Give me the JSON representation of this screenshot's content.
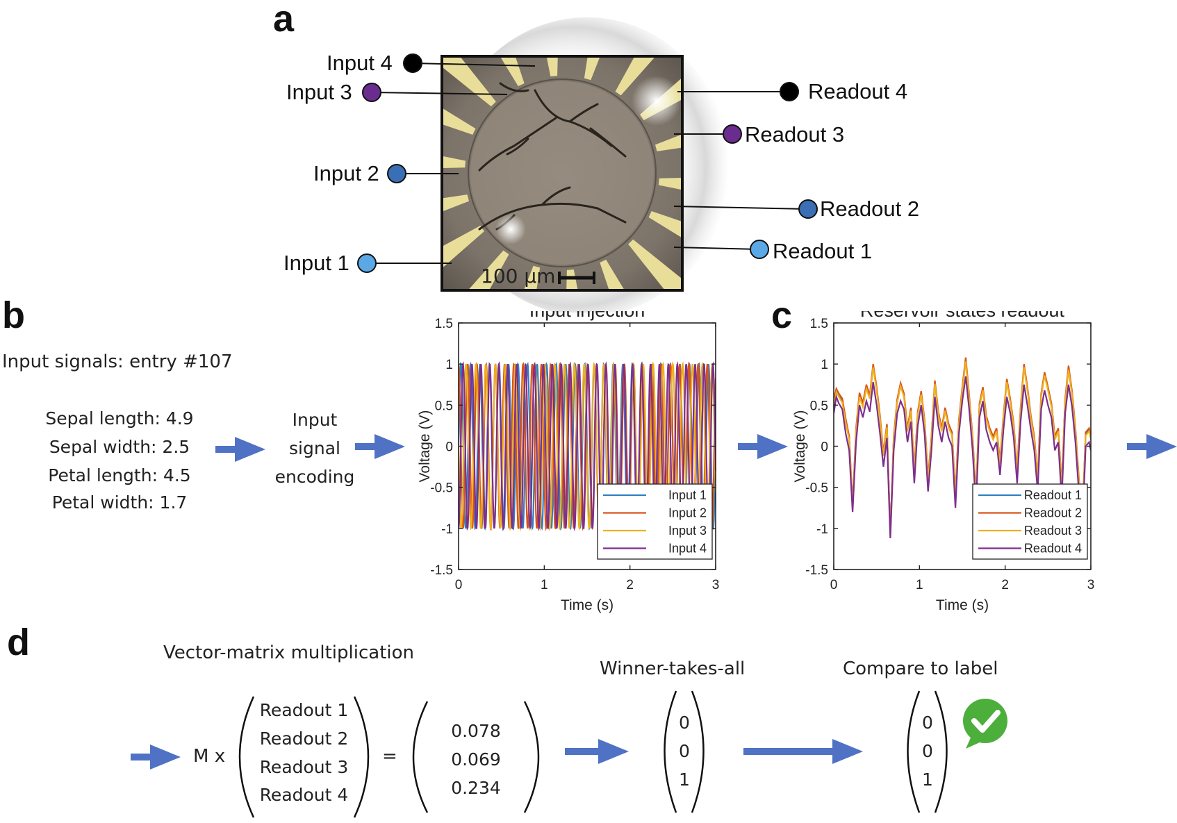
{
  "panels": {
    "a": "a",
    "b": "b",
    "c": "c",
    "d": "d"
  },
  "panel_a": {
    "inputs": [
      {
        "label": "Input 1",
        "color": "#5aa9e6"
      },
      {
        "label": "Input 2",
        "color": "#3a6fb5"
      },
      {
        "label": "Input 3",
        "color": "#6b2c8f"
      },
      {
        "label": "Input 4",
        "color": "#000000"
      }
    ],
    "readouts": [
      {
        "label": "Readout 1",
        "color": "#5aa9e6"
      },
      {
        "label": "Readout 2",
        "color": "#3a6fb5"
      },
      {
        "label": "Readout 3",
        "color": "#6b2c8f"
      },
      {
        "label": "Readout 4",
        "color": "#000000"
      }
    ],
    "scale_bar": "100 µm"
  },
  "panel_b": {
    "title": "Input signals: entry #107",
    "params": [
      "Sepal length: 4.9",
      "Sepal width: 2.5",
      "Petal length: 4.5",
      "Petal width: 1.7"
    ],
    "encoding": [
      "Input",
      "signal",
      "encoding"
    ]
  },
  "colors": {
    "arrow": "#4f72c4",
    "series": [
      "#2f7fc1",
      "#d95319",
      "#edb120",
      "#7e2f8e"
    ],
    "check": "#4caf3c"
  },
  "chart_data": [
    {
      "type": "line",
      "title": "Input injection",
      "xlabel": "Time (s)",
      "ylabel": "Voltage (V)",
      "xlim": [
        0,
        3
      ],
      "ylim": [
        -1.5,
        1.5
      ],
      "xticks": [
        "0",
        "1",
        "2",
        "3"
      ],
      "yticks": [
        "1.5",
        "1",
        "0.5",
        "0",
        "-0.5",
        "-1",
        "-1.5"
      ],
      "legend_position": "bottom-right",
      "series": [
        {
          "name": "Input 1",
          "waveform": "sine",
          "amplitude": 1,
          "frequency_hz": 9.0,
          "phase": 0.0
        },
        {
          "name": "Input 2",
          "waveform": "sine",
          "amplitude": 1,
          "frequency_hz": 9.3,
          "phase": 1.6
        },
        {
          "name": "Input 3",
          "waveform": "sine",
          "amplitude": 1,
          "frequency_hz": 8.7,
          "phase": 3.1
        },
        {
          "name": "Input 4",
          "waveform": "sine",
          "amplitude": 1,
          "frequency_hz": 9.6,
          "phase": 4.7
        }
      ]
    },
    {
      "type": "line",
      "title": "Reservoir states readout",
      "xlabel": "Time (s)",
      "ylabel": "Voltage (V)",
      "xlim": [
        0,
        3
      ],
      "ylim": [
        -1.5,
        1.5
      ],
      "xticks": [
        "0",
        "1",
        "2",
        "3"
      ],
      "yticks": [
        "1.5",
        "1",
        "0.5",
        "0",
        "-0.5",
        "-1",
        "-1.5"
      ],
      "legend_position": "bottom-right",
      "x": [
        0,
        0.03,
        0.06,
        0.1,
        0.14,
        0.18,
        0.22,
        0.26,
        0.3,
        0.34,
        0.38,
        0.42,
        0.46,
        0.5,
        0.54,
        0.58,
        0.62,
        0.66,
        0.7,
        0.74,
        0.78,
        0.82,
        0.86,
        0.9,
        0.94,
        0.98,
        1.02,
        1.06,
        1.1,
        1.14,
        1.18,
        1.22,
        1.26,
        1.3,
        1.34,
        1.38,
        1.42,
        1.46,
        1.5,
        1.54,
        1.58,
        1.62,
        1.66,
        1.7,
        1.74,
        1.78,
        1.82,
        1.86,
        1.9,
        1.94,
        1.98,
        2.02,
        2.06,
        2.1,
        2.14,
        2.18,
        2.22,
        2.26,
        2.3,
        2.34,
        2.38,
        2.42,
        2.46,
        2.5,
        2.54,
        2.58,
        2.62,
        2.66,
        2.7,
        2.74,
        2.78,
        2.82,
        2.86,
        2.9,
        2.94,
        2.98,
        3.0
      ],
      "series": [
        {
          "name": "Readout 1",
          "values": [
            0.5,
            0.68,
            0.62,
            0.55,
            0.3,
            0.1,
            -0.75,
            0.2,
            0.62,
            0.5,
            0.72,
            0.6,
            0.98,
            0.7,
            0.35,
            -0.1,
            0.25,
            -1.05,
            0.1,
            0.55,
            0.75,
            0.62,
            0.2,
            0.45,
            -0.3,
            0.4,
            0.65,
            0.3,
            -0.4,
            0.1,
            0.78,
            0.4,
            0.2,
            0.45,
            0.25,
            0.15,
            -0.6,
            0.3,
            0.7,
            1.05,
            0.6,
            0.1,
            -0.6,
            0.5,
            0.7,
            0.35,
            0.2,
            0.1,
            0.2,
            -0.2,
            0.35,
            0.8,
            0.55,
            0.25,
            -0.3,
            0.45,
            0.98,
            0.7,
            0.35,
            0.1,
            -0.4,
            0.62,
            0.88,
            0.7,
            0.5,
            0.1,
            0.2,
            -0.5,
            0.55,
            0.95,
            0.65,
            0.2,
            -0.4,
            -0.9,
            0.15,
            0.2,
            0.1
          ]
        },
        {
          "name": "Readout 2",
          "values": [
            0.55,
            0.7,
            0.64,
            0.58,
            0.33,
            0.12,
            -0.72,
            0.22,
            0.65,
            0.53,
            0.75,
            0.62,
            1.0,
            0.72,
            0.37,
            -0.08,
            0.27,
            -1.08,
            0.12,
            0.57,
            0.77,
            0.64,
            0.22,
            0.47,
            -0.28,
            0.42,
            0.67,
            0.32,
            -0.38,
            0.12,
            0.8,
            0.42,
            0.22,
            0.47,
            0.27,
            0.17,
            -0.58,
            0.32,
            0.72,
            1.08,
            0.62,
            0.12,
            -0.58,
            0.52,
            0.72,
            0.37,
            0.22,
            0.12,
            0.22,
            -0.18,
            0.37,
            0.82,
            0.57,
            0.27,
            -0.28,
            0.47,
            1.0,
            0.72,
            0.37,
            0.12,
            -0.38,
            0.64,
            0.9,
            0.72,
            0.52,
            0.12,
            0.22,
            -0.48,
            0.57,
            0.98,
            0.67,
            0.22,
            -0.38,
            -0.88,
            0.17,
            0.22,
            0.12
          ]
        },
        {
          "name": "Readout 3",
          "values": [
            0.48,
            0.66,
            0.6,
            0.53,
            0.28,
            0.08,
            -0.77,
            0.18,
            0.6,
            0.48,
            0.7,
            0.58,
            0.96,
            0.68,
            0.33,
            -0.12,
            0.23,
            -1.1,
            0.08,
            0.53,
            0.73,
            0.6,
            0.18,
            0.43,
            -0.32,
            0.38,
            0.63,
            0.28,
            -0.42,
            0.08,
            0.76,
            0.38,
            0.18,
            0.43,
            0.23,
            0.13,
            -0.62,
            0.28,
            0.68,
            1.03,
            0.58,
            0.08,
            -0.62,
            0.48,
            0.68,
            0.33,
            0.18,
            0.08,
            0.18,
            -0.22,
            0.33,
            0.78,
            0.53,
            0.23,
            -0.32,
            0.43,
            0.96,
            0.68,
            0.33,
            0.08,
            -0.42,
            0.6,
            0.86,
            0.68,
            0.48,
            0.08,
            0.18,
            -0.52,
            0.53,
            0.93,
            0.63,
            0.18,
            -0.42,
            -0.92,
            0.13,
            0.18,
            0.08
          ]
        },
        {
          "name": "Readout 4",
          "values": [
            0.4,
            0.6,
            0.52,
            0.45,
            0.15,
            -0.05,
            -0.8,
            0.05,
            0.5,
            0.35,
            0.55,
            0.42,
            0.78,
            0.5,
            0.15,
            -0.25,
            0.1,
            -1.12,
            -0.05,
            0.4,
            0.55,
            0.45,
            0.05,
            0.3,
            -0.45,
            0.25,
            0.5,
            0.15,
            -0.55,
            -0.05,
            0.6,
            0.25,
            0.05,
            0.3,
            0.1,
            0.0,
            -0.75,
            0.15,
            0.55,
            0.85,
            0.45,
            -0.05,
            -0.75,
            0.35,
            0.55,
            0.2,
            0.05,
            -0.05,
            0.05,
            -0.35,
            0.2,
            0.6,
            0.4,
            0.1,
            -0.45,
            0.3,
            0.75,
            0.5,
            0.2,
            -0.05,
            -0.55,
            0.45,
            0.68,
            0.5,
            0.35,
            -0.05,
            0.05,
            -0.65,
            0.4,
            0.75,
            0.48,
            0.05,
            -0.55,
            -1.0,
            0.0,
            0.05,
            -0.05
          ]
        }
      ]
    }
  ],
  "panel_d": {
    "vmm_title": "Vector-matrix multiplication",
    "m_x": "M x",
    "readouts": [
      "Readout 1",
      "Readout 2",
      "Readout 3",
      "Readout 4"
    ],
    "equals": "=",
    "result": [
      "0.078",
      "0.069",
      "0.234"
    ],
    "wta_title": "Winner-takes-all",
    "wta": [
      "0",
      "0",
      "1"
    ],
    "compare_title": "Compare to label",
    "label": [
      "0",
      "0",
      "1"
    ]
  }
}
